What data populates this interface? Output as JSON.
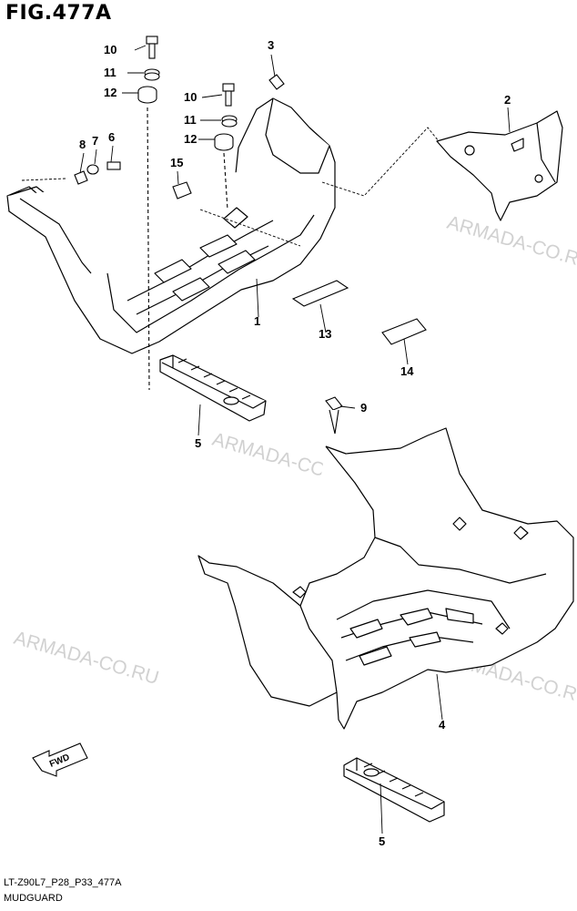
{
  "figure": {
    "title": "FIG.477A",
    "code": "LT-Z90L7_P28_P33_477A",
    "name": "MUDGUARD"
  },
  "watermark": {
    "text": "ARMADA-CO.RU",
    "color": "#c9c9c9"
  },
  "fwd_label": "FWD",
  "callouts": {
    "c1": "1",
    "c2": "2",
    "c3": "3",
    "c4": "4",
    "c5a": "5",
    "c5b": "5",
    "c6": "6",
    "c7": "7",
    "c8": "8",
    "c9": "9",
    "c10a": "10",
    "c10b": "10",
    "c11a": "11",
    "c11b": "11",
    "c12a": "12",
    "c12b": "12",
    "c13": "13",
    "c14": "14",
    "c15": "15"
  }
}
